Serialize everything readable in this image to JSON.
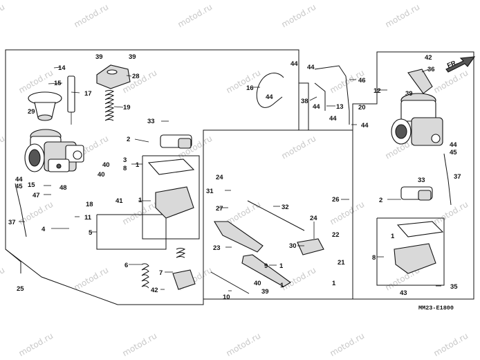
{
  "watermark": "motod.ru",
  "diagram_code": "MM23-E1800",
  "direction_label": "FR.",
  "labels": {
    "l1a": "1",
    "l1b": "1",
    "l1c": "1",
    "l1d": "1",
    "l1e": "1",
    "l1f": "1",
    "l2a": "2",
    "l2b": "2",
    "l3a": "3",
    "l4a": "4",
    "l5a": "5",
    "l6a": "6",
    "l7a": "7",
    "l8a": "8",
    "l8b": "8",
    "l9a": "9",
    "l10a": "10",
    "l11a": "11",
    "l12a": "12",
    "l13a": "13",
    "l14a": "14",
    "l15a": "15",
    "l15b": "15",
    "l16a": "16",
    "l17a": "17",
    "l18a": "18",
    "l19a": "19",
    "l20a": "20",
    "l21a": "21",
    "l22a": "22",
    "l23a": "23",
    "l24a": "24",
    "l24b": "24",
    "l25a": "25",
    "l26a": "26",
    "l27a": "27",
    "l28a": "28",
    "l29a": "29",
    "l30a": "30",
    "l31a": "31",
    "l32a": "32",
    "l33a": "33",
    "l33b": "33",
    "l35a": "35",
    "l36a": "36",
    "l37a": "37",
    "l37b": "37",
    "l38a": "38",
    "l39a": "39",
    "l39b": "39",
    "l39c": "39",
    "l40a": "40",
    "l40b": "40",
    "l40c": "40",
    "l41a": "41",
    "l42a": "42",
    "l42b": "42",
    "l43a": "43",
    "l44a": "44",
    "l44b": "44",
    "l44c": "44",
    "l44d": "44",
    "l44e": "44",
    "l44f": "44",
    "l44g": "44",
    "l44h": "44",
    "l45a": "45",
    "l45b": "45",
    "l46a": "46",
    "l47a": "47",
    "l48a": "48"
  }
}
